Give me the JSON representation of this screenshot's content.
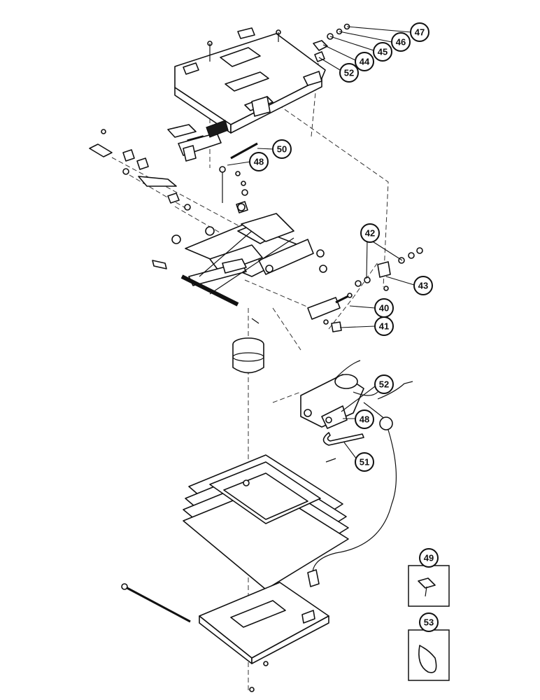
{
  "callouts": {
    "c47": "47",
    "c46": "46",
    "c45": "45",
    "c44": "44",
    "c52_top": "52",
    "c50": "50",
    "c48_top": "48",
    "c42": "42",
    "c43": "43",
    "c40": "40",
    "c41": "41",
    "c52_mid": "52",
    "c48_mid": "48",
    "c51": "51",
    "c49": "49",
    "c53": "53"
  }
}
